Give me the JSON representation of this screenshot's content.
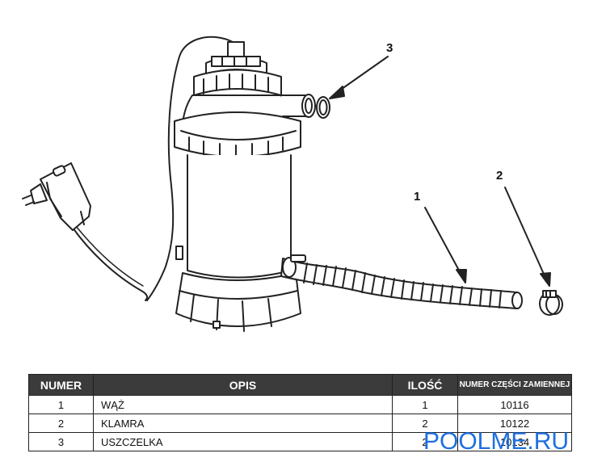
{
  "callouts": {
    "c1": "1",
    "c2": "2",
    "c3": "3"
  },
  "table": {
    "headers": {
      "number": "NUMER",
      "description": "OPIS",
      "quantity": "ILOŚĆ",
      "part_code": "NUMER CZĘŚCI ZAMIENNEJ"
    },
    "rows": [
      {
        "number": "1",
        "description": "WĄŻ",
        "quantity": "1",
        "part_code": "10116"
      },
      {
        "number": "2",
        "description": "KLAMRA",
        "quantity": "2",
        "part_code": "10122"
      },
      {
        "number": "3",
        "description": "USZCZELKA",
        "quantity": "2",
        "part_code": "10134"
      }
    ]
  },
  "watermark": "POOLME.RU",
  "colors": {
    "watermark": "#1e6fe0",
    "header_bg": "#3b3b3b"
  }
}
